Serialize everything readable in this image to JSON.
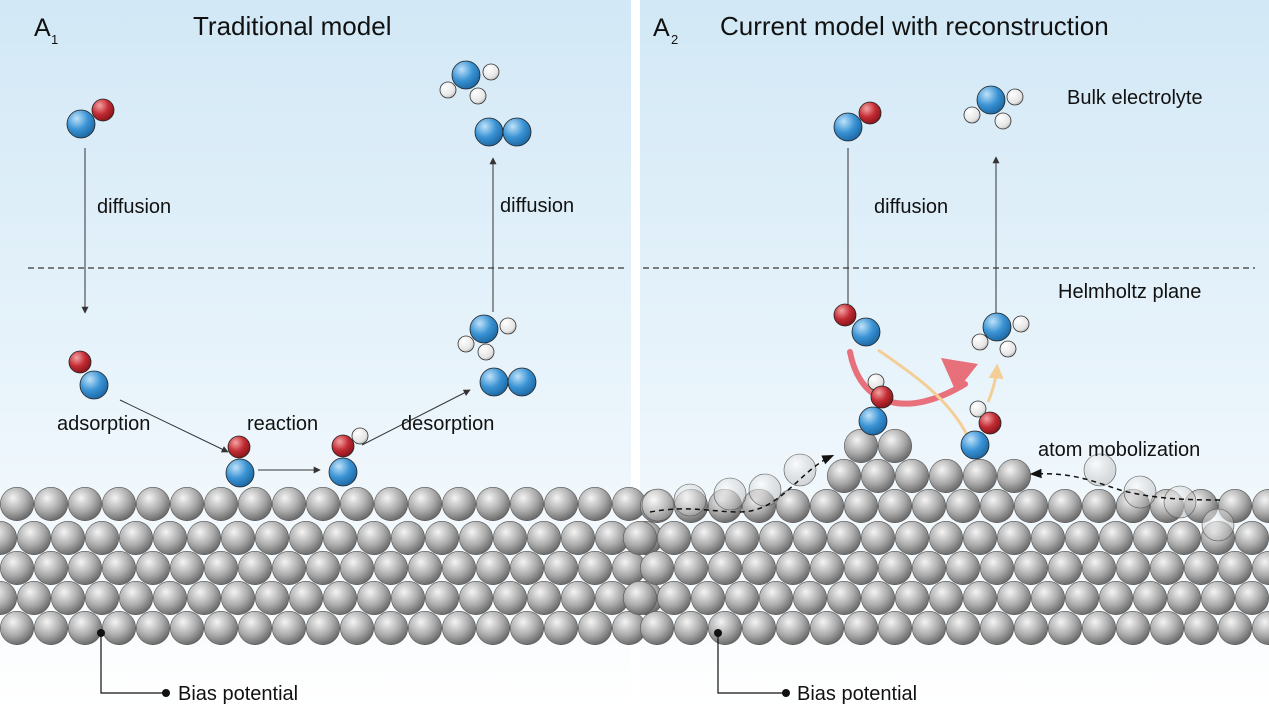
{
  "panels": [
    {
      "label": "A",
      "label_sub": "1",
      "title": "Traditional model",
      "labels": {
        "diffusion_down": "diffusion",
        "diffusion_up": "diffusion",
        "adsorption": "adsorption",
        "reaction": "reaction",
        "desorption": "desorption",
        "bias": "Bias potential"
      }
    },
    {
      "label": "A",
      "label_sub": "2",
      "title": "Current model with reconstruction",
      "labels": {
        "diffusion": "diffusion",
        "bulk": "Bulk electrolyte",
        "helmholtz": "Helmholtz plane",
        "mobilization": "atom mobolization",
        "bias": "Bias potential"
      }
    }
  ],
  "colors": {
    "sky_top": "#d2e8f6",
    "sky_bottom": "#ffffff",
    "metal_atom": "#9a9a9a",
    "blue_atom": "#2f86c9",
    "red_atom": "#b5232e",
    "white_atom": "#e6e6e6",
    "pink_arrow": "#e8707a",
    "orange_arrow": "#f3cf97"
  }
}
